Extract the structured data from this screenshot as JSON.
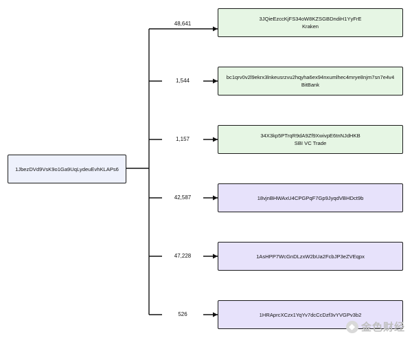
{
  "source": {
    "address": "1JbezDVd9VsK9o1Ga9UqLydeuEvhKLAPs6"
  },
  "targets": [
    {
      "amount": "48,641",
      "address": "3JQieEzccKjFS34oW8KZSGBDndiH1YyFrE",
      "label": "Kraken",
      "color": "green"
    },
    {
      "amount": "1,544",
      "address": "bc1qrv0v2l9ekrx3lnkeusrzvu2hqyha6ex94nxumlhec4mrye8njm7sn7e4v4",
      "label": "BitBank",
      "color": "green"
    },
    {
      "amount": "1,157",
      "address": "34X3kp5PTrqR9dA9Zf9XwivpE6tnNJdHKB",
      "label": "SBI VC Trade",
      "color": "green"
    },
    {
      "amount": "42,587",
      "address": "18vjnBHWAxU4CPGPqF7Gp9JyqdVBHDct9b",
      "label": "",
      "color": "purple"
    },
    {
      "amount": "47,228",
      "address": "1AsHPP7WcGnDLzxW2bUa2FcbJP3eZVEqpx",
      "label": "",
      "color": "purple"
    },
    {
      "amount": "526",
      "address": "1HRAprcXCzx1YqYv7dcCcDzf3vYVGPv3b2",
      "label": "",
      "color": "purple"
    }
  ],
  "watermark": {
    "text": "金色财经"
  },
  "colors": {
    "green": "#e6f6e4",
    "purple": "#e7e2fb",
    "source": "#eef1fc",
    "line": "#111111"
  }
}
